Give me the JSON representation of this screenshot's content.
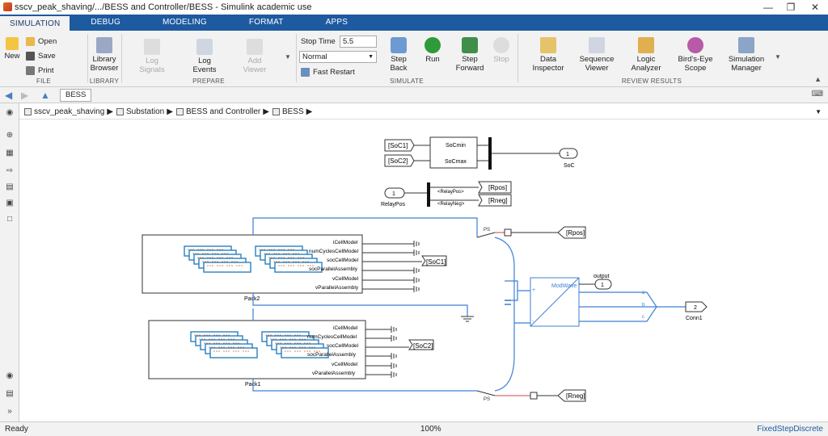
{
  "window": {
    "title": "sscv_peak_shaving/.../BESS and Controller/BESS - Simulink academic use"
  },
  "tabs": [
    "SIMULATION",
    "DEBUG",
    "MODELING",
    "FORMAT",
    "APPS"
  ],
  "ribbon": {
    "file": {
      "label": "FILE",
      "new": "New",
      "open": "Open",
      "save": "Save",
      "print": "Print"
    },
    "library": {
      "label": "LIBRARY",
      "browser": "Library Browser"
    },
    "prepare": {
      "label": "PREPARE",
      "log_signals": "Log Signals",
      "log_events": "Log Events",
      "add_viewer": "Add Viewer"
    },
    "simulate": {
      "label": "SIMULATE",
      "stop_time_label": "Stop Time",
      "stop_time_value": "5.5",
      "mode": "Normal",
      "fast_restart": "Fast Restart",
      "step_back": "Step Back",
      "run": "Run",
      "step_forward": "Step Forward",
      "stop": "Stop"
    },
    "review": {
      "label": "REVIEW RESULTS",
      "data_inspector": "Data Inspector",
      "sequence_viewer": "Sequence Viewer",
      "logic_analyzer": "Logic Analyzer",
      "birds_eye": "Bird's-Eye Scope",
      "sim_manager": "Simulation Manager"
    }
  },
  "model_tab": "BESS",
  "breadcrumbs": [
    "sscv_peak_shaving",
    "Substation",
    "BESS and Controller",
    "BESS"
  ],
  "diagram": {
    "soc1": "[SoC1]",
    "soc2": "[SoC2]",
    "socmin": "SoCmin",
    "socmax": "SoCmax",
    "soc_port": "1",
    "soc_label": "SoC",
    "relaypos_port": "1",
    "relaypos_label": "RelayPos",
    "relaypos_sig": "<RelayPos>",
    "relayneg_sig": "<RelayNeg>",
    "rpos": "[Rpos]",
    "rneg": "[Rneg]",
    "ps": "PS",
    "pack2": "Pack2",
    "pack1": "Pack1",
    "pack_outputs": [
      "iCellModel",
      "numCyclesCellModel",
      "socCellModel",
      "socParallelAssembly",
      "vCellModel",
      "vParallelAssembly"
    ],
    "modwave": "ModWave",
    "output_label": "output",
    "output_port": "1",
    "phase_a": "a",
    "phase_b": "b",
    "phase_c": "c",
    "conn_port": "2",
    "conn_label": "Conn1"
  },
  "status": {
    "left": "Ready",
    "zoom": "100%",
    "solver": "FixedStepDiscrete"
  }
}
